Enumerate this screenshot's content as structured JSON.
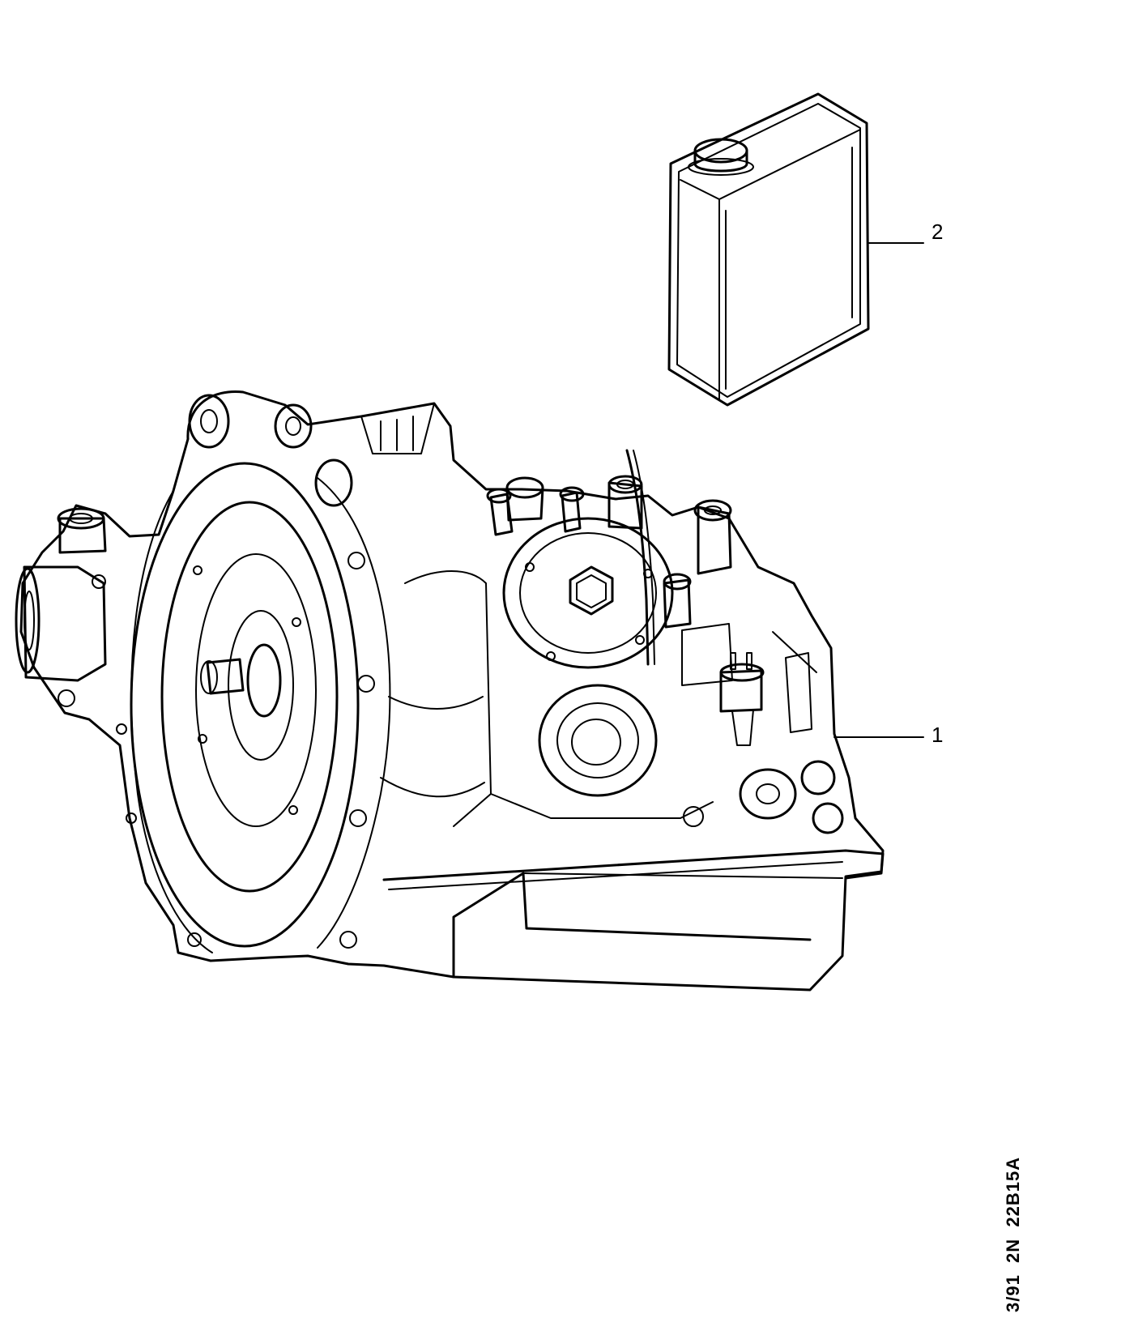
{
  "callouts": [
    {
      "number": "1",
      "part": "automatic gearbox assembly"
    },
    {
      "number": "2",
      "part": "fluid can"
    }
  ],
  "reference_code": "3/91  2N  22B15A",
  "colors": {
    "ink": "#000000",
    "paper": "#ffffff"
  }
}
